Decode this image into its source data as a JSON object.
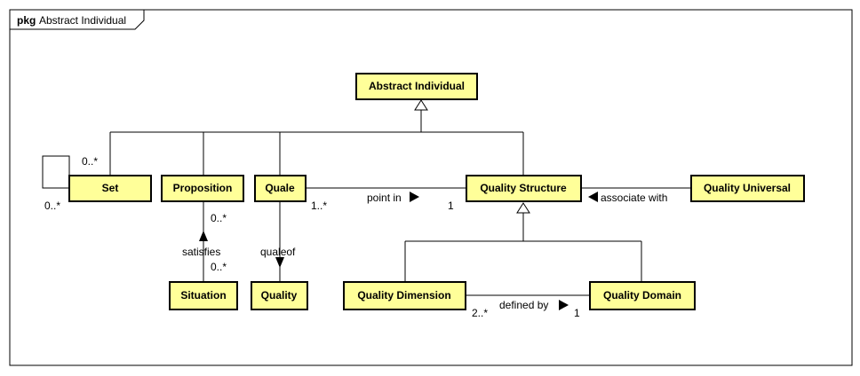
{
  "package": {
    "keyword": "pkg",
    "name": "Abstract Individual"
  },
  "classes": {
    "abstract_individual": "Abstract Individual",
    "set": "Set",
    "proposition": "Proposition",
    "quale": "Quale",
    "quality_structure": "Quality Structure",
    "quality_universal": "Quality Universal",
    "situation": "Situation",
    "quality": "Quality",
    "quality_dimension": "Quality Dimension",
    "quality_domain": "Quality Domain"
  },
  "associations": {
    "set_self": {
      "mult_top": "0..*",
      "mult_bottom": "0..*"
    },
    "satisfies": {
      "label": "satisfies",
      "mult_proposition": "0..*",
      "mult_situation": "0..*"
    },
    "qualeof": {
      "label": "qualeof"
    },
    "point_in": {
      "label": "point in",
      "mult_quale": "1..*",
      "mult_structure": "1"
    },
    "associate_with": {
      "label": "associate with"
    },
    "defined_by": {
      "label": "defined by",
      "mult_dimension": "2..*",
      "mult_domain": "1"
    }
  }
}
